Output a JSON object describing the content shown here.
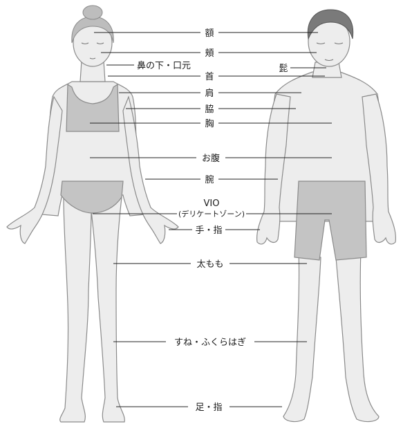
{
  "labels": {
    "forehead": "額",
    "cheek": "頬",
    "under_nose_mouth": "鼻の下・口元",
    "beard": "髭",
    "neck": "首",
    "shoulder": "肩",
    "armpit": "脇",
    "chest": "胸",
    "belly": "お腹",
    "arm": "腕",
    "vio_line1": "VIO",
    "vio_line2": "(デリケートゾーン)",
    "hand_finger": "手・指",
    "thigh": "太もも",
    "shin_calf": "すね・ふくらはぎ",
    "foot_toe": "足・指"
  },
  "figures": {
    "left": "woman",
    "right": "man"
  },
  "colors": {
    "skin": "#ededed",
    "clothing": "#c4c4c4",
    "outline": "#8a8a8a",
    "text": "#1a1a1a"
  }
}
